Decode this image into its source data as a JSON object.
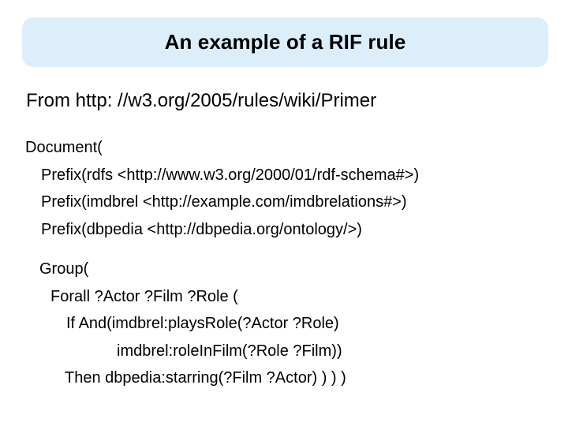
{
  "slide": {
    "title": "An example of a RIF rule",
    "banner_color": "#ddeefb",
    "background_color": "#ffffff",
    "text_color": "#000000"
  },
  "source": {
    "line": "From http: //w3.org/2005/rules/wiki/Primer"
  },
  "code": {
    "lines": [
      {
        "text": "Document(",
        "indent": 4
      },
      {
        "text": "Prefix(rdfs <http://www.w3.org/2000/01/rdf-schema#>)",
        "indent": 24
      },
      {
        "text": "Prefix(imdbrel <http://example.com/imdbrelations#>)",
        "indent": 24
      },
      {
        "text": "Prefix(dbpedia <http://dbpedia.org/ontology/>)",
        "indent": 24
      },
      {
        "text": "",
        "indent": 0,
        "spacer": true
      },
      {
        "text": "Group(",
        "indent": 22
      },
      {
        "text": "Forall ?Actor ?Film ?Role (",
        "indent": 36
      },
      {
        "text": "If And(imdbrel:playsRole(?Actor ?Role)",
        "indent": 56
      },
      {
        "text": "imdbrel:roleInFilm(?Role ?Film))",
        "indent": 120
      },
      {
        "text": "Then dbpedia:starring(?Film ?Actor) ) ) )",
        "indent": 54
      }
    ]
  }
}
